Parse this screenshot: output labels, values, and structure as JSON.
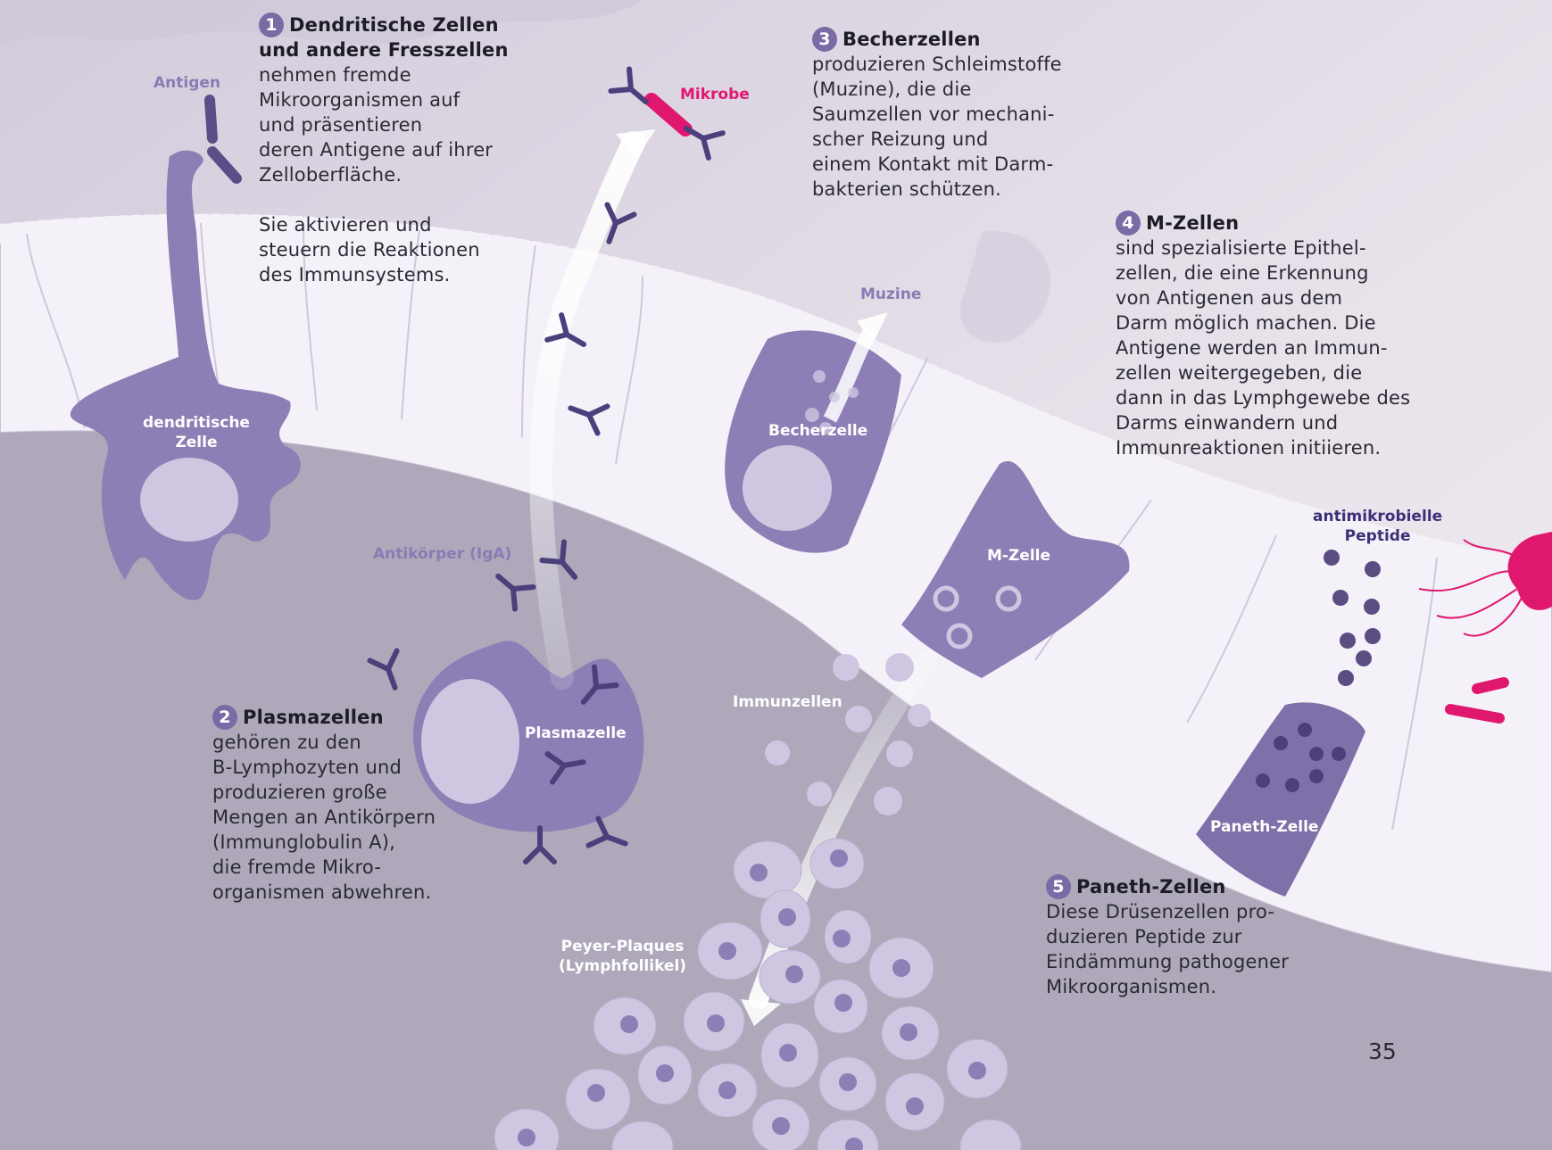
{
  "colors": {
    "lumen_light": "#f1ecf1",
    "lumen_mid": "#d9d2df",
    "tissue": "#aea8ba",
    "epithelium": "#f4f2f8",
    "cell_violet": "#8d7eb5",
    "cell_dark": "#6e5f9a",
    "nucleus": "#cfc7e2",
    "antibody": "#4b3f7c",
    "microbe_pink": "#e0176f",
    "peptide": "#5a4d82"
  },
  "icons": [
    "antibody-icon",
    "microbe-icon",
    "bacterium-icon",
    "peptide-dot-icon",
    "arrow-icon"
  ],
  "blocks": {
    "b1": {
      "number": "1",
      "heading_lines": [
        "Dendritische Zellen",
        "und andere Fresszellen"
      ],
      "lines": [
        "nehmen fremde",
        "Mikroorganismen auf",
        "und präsentieren",
        "deren Antigene auf ihrer",
        "Zelloberfläche."
      ],
      "extra_lines": [
        "Sie aktivieren und",
        "steuern die Reaktionen",
        "des Immunsystems."
      ]
    },
    "b2": {
      "number": "2",
      "heading": "Plasmazellen",
      "lines": [
        "gehören zu den",
        "B-Lymphozyten und",
        "produzieren große",
        "Mengen an Antikörpern",
        "(Immunglobulin A),",
        "die fremde Mikro-",
        "organismen abwehren."
      ]
    },
    "b3": {
      "number": "3",
      "heading": "Becherzellen",
      "lines": [
        "produzieren Schleimstoffe",
        "(Muzine), die die",
        "Saumzellen vor mechani-",
        "scher Reizung und",
        "einem Kontakt mit Darm-",
        "bakterien schützen."
      ]
    },
    "b4": {
      "number": "4",
      "heading": "M-Zellen",
      "lines": [
        "sind spezialisierte Epithel-",
        "zellen, die eine Erkennung",
        "von Antigenen aus dem",
        "Darm möglich machen. Die",
        "Antigene werden an Immun-",
        "zellen weitergegeben, die",
        "dann in das Lymphgewebe des",
        "Darms einwandern und",
        "Immunreaktionen initiieren."
      ]
    },
    "b5": {
      "number": "5",
      "heading": "Paneth-Zellen",
      "lines": [
        "Diese Drüsenzellen pro-",
        "duzieren Peptide zur",
        "Eindämmung pathogener",
        "Mikroorganismen."
      ]
    }
  },
  "labels": {
    "antigen": "Antigen",
    "mikrobe": "Mikrobe",
    "muzine": "Muzine",
    "dendritische_zelle": [
      "dendritische",
      "Zelle"
    ],
    "becherzelle": "Becherzelle",
    "m_zelle": "M-Zelle",
    "antikoerper": "Antikörper (IgA)",
    "plasmazelle": "Plasmazelle",
    "immunzellen": "Immunzellen",
    "peyer": [
      "Peyer-Plaques",
      "(Lymphfollikel)"
    ],
    "paneth_zelle": "Paneth-Zelle",
    "peptide": [
      "antimikrobielle",
      "Peptide"
    ]
  },
  "page_number": "35"
}
